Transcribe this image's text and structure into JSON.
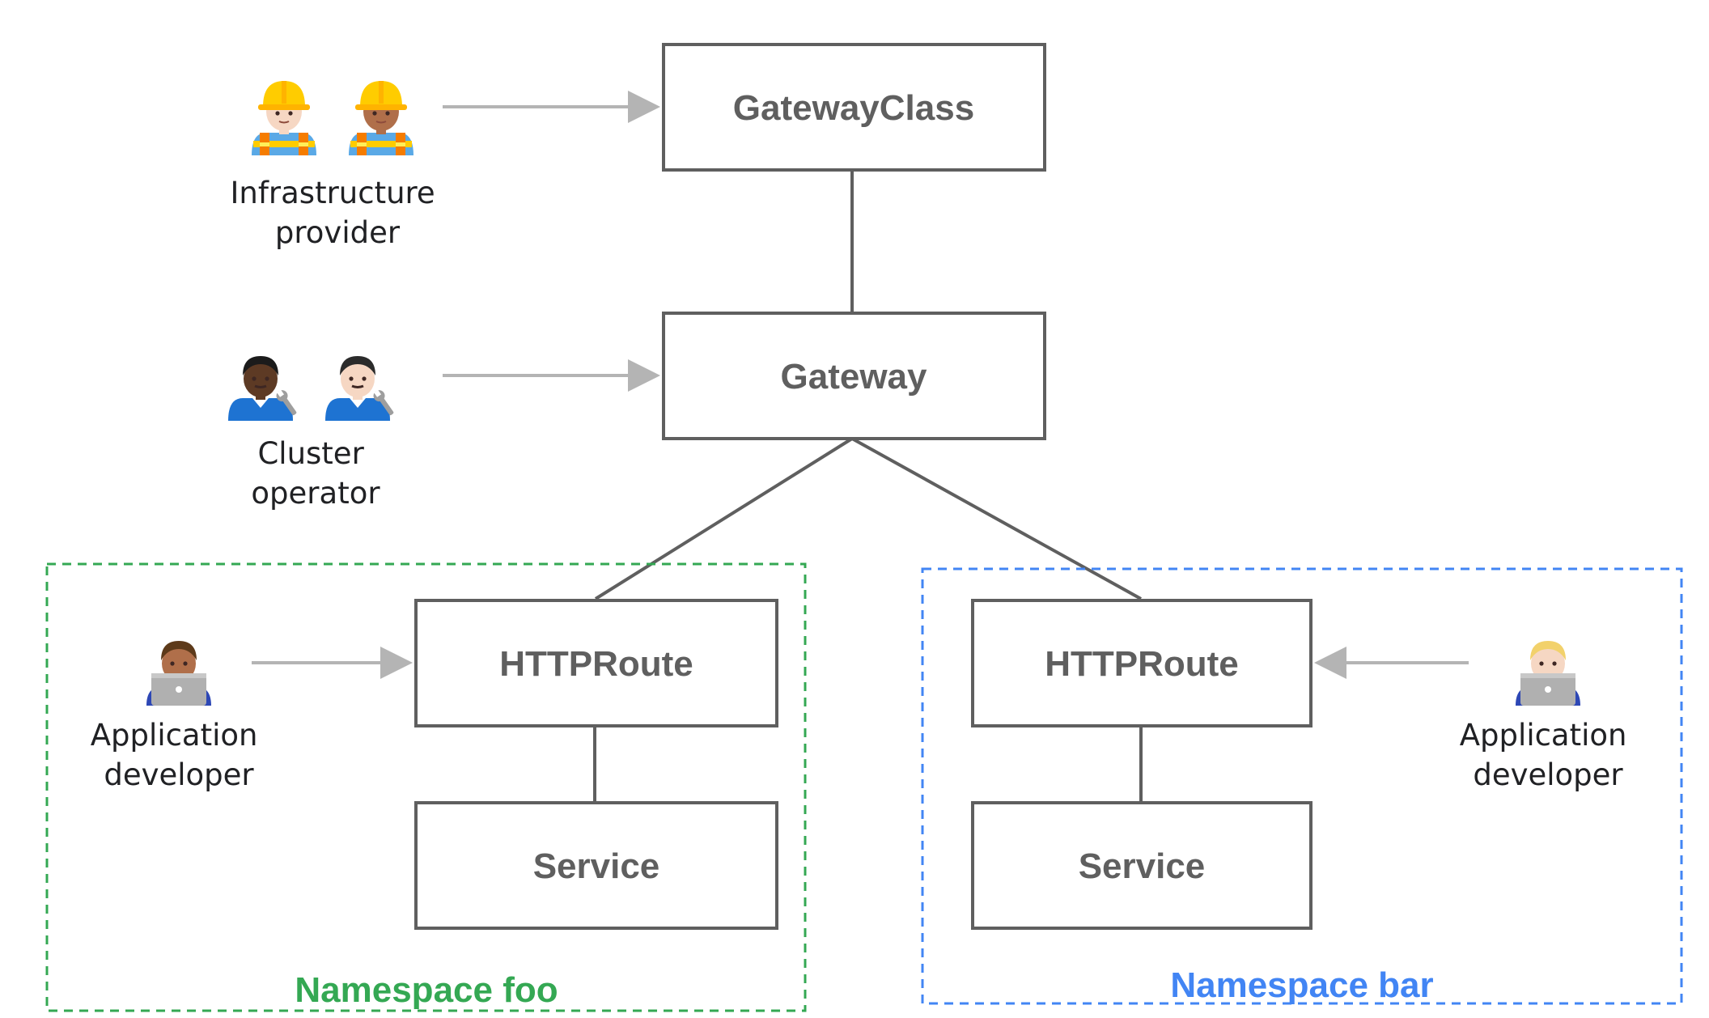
{
  "nodes": {
    "gatewayclass": "GatewayClass",
    "gateway": "Gateway",
    "httproute_foo": "HTTPRoute",
    "service_foo": "Service",
    "httproute_bar": "HTTPRoute",
    "service_bar": "Service"
  },
  "roles": {
    "infrastructure_provider": [
      "Infrastructure",
      "provider"
    ],
    "cluster_operator": [
      "Cluster",
      "operator"
    ],
    "app_developer_foo": [
      "Application",
      "developer"
    ],
    "app_developer_bar": [
      "Application",
      "developer"
    ]
  },
  "namespaces": {
    "foo": {
      "label": "Namespace foo",
      "color": "#34a853"
    },
    "bar": {
      "label": "Namespace bar",
      "color": "#4285f4"
    }
  },
  "icons": {
    "infrastructure_provider": [
      "construction-worker-icon",
      "construction-worker-icon"
    ],
    "cluster_operator": [
      "mechanic-icon",
      "mechanic-icon"
    ],
    "app_developer_foo": "technologist-icon",
    "app_developer_bar": "technologist-icon"
  },
  "colors": {
    "box_stroke": "#5f5f5f",
    "arrow": "#b4b4b4",
    "text": "#202124"
  }
}
